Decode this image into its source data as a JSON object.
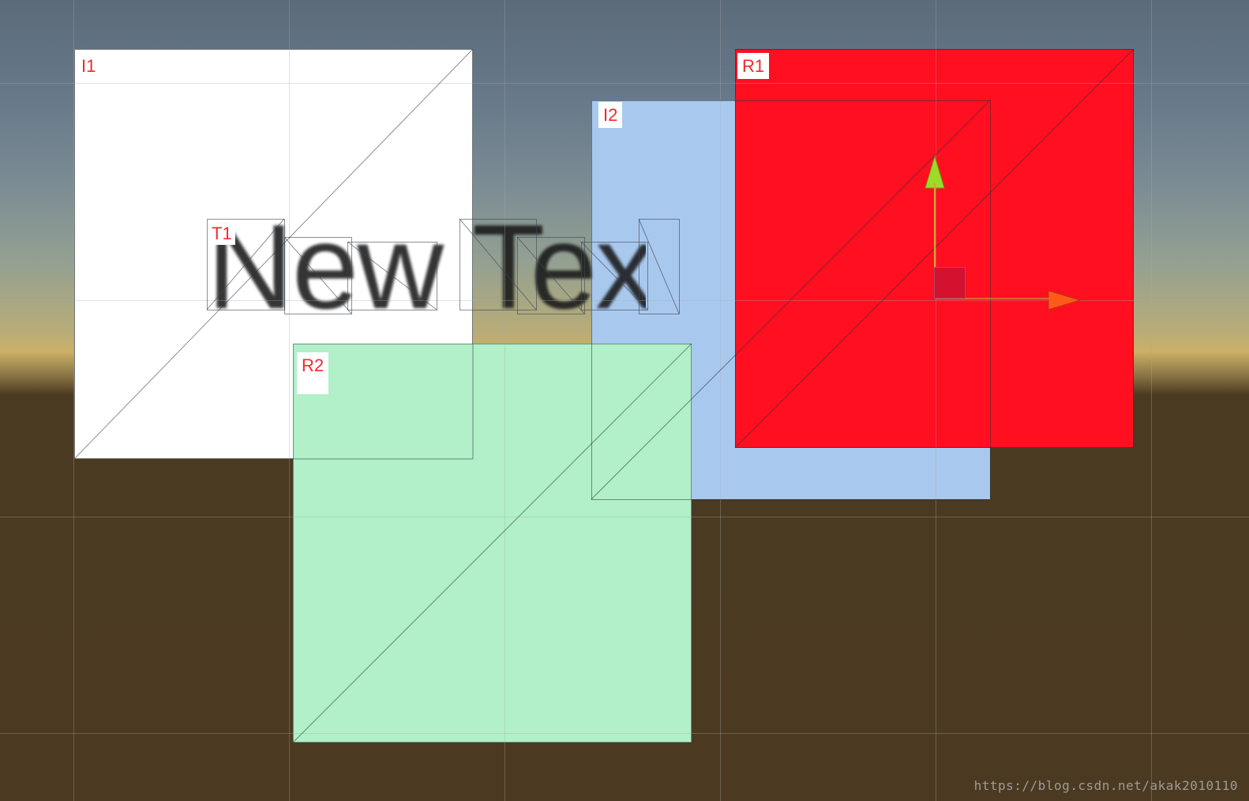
{
  "scene": {
    "ui_objects": [
      {
        "id": "I1",
        "label": "I1",
        "color": "#ffffff"
      },
      {
        "id": "I2",
        "label": "I2",
        "color": "#a9c8ee"
      },
      {
        "id": "R1",
        "label": "R1",
        "color": "#ff0f20"
      },
      {
        "id": "R2",
        "label": "R2",
        "color": "#b1f0c8"
      },
      {
        "id": "T1",
        "label": "T1",
        "text": "New Text"
      }
    ],
    "gizmo": {
      "y_axis_color": "#9bdc2a",
      "x_axis_color": "#ff5a1a",
      "center_color": "#d4112e"
    }
  },
  "watermark": "https://blog.csdn.net/akak2010110"
}
